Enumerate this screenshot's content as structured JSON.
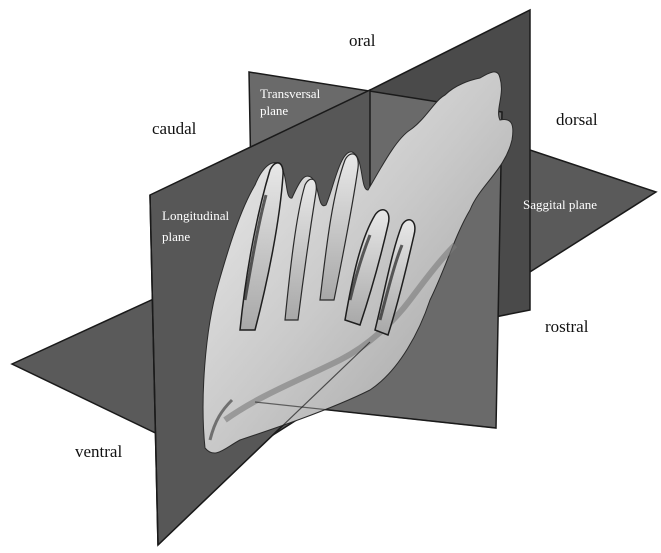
{
  "figure": {
    "direction_labels": {
      "oral": "oral",
      "caudal": "caudal",
      "dorsal": "dorsal",
      "rostral": "rostral",
      "ventral": "ventral"
    },
    "plane_labels": {
      "transversal_line1": "Transversal",
      "transversal_line2": "plane",
      "longitudinal_line1": "Longitudinal",
      "longitudinal_line2": "plane",
      "saggital": "Saggital plane"
    },
    "colors": {
      "plane_fill": "#5c5c5c",
      "plane_back": "#474747",
      "plane_edge": "#1a1a1a",
      "specimen_light": "#e6e6e6",
      "specimen_mid": "#b4b4b4",
      "specimen_dark": "#3a3a3a"
    }
  }
}
